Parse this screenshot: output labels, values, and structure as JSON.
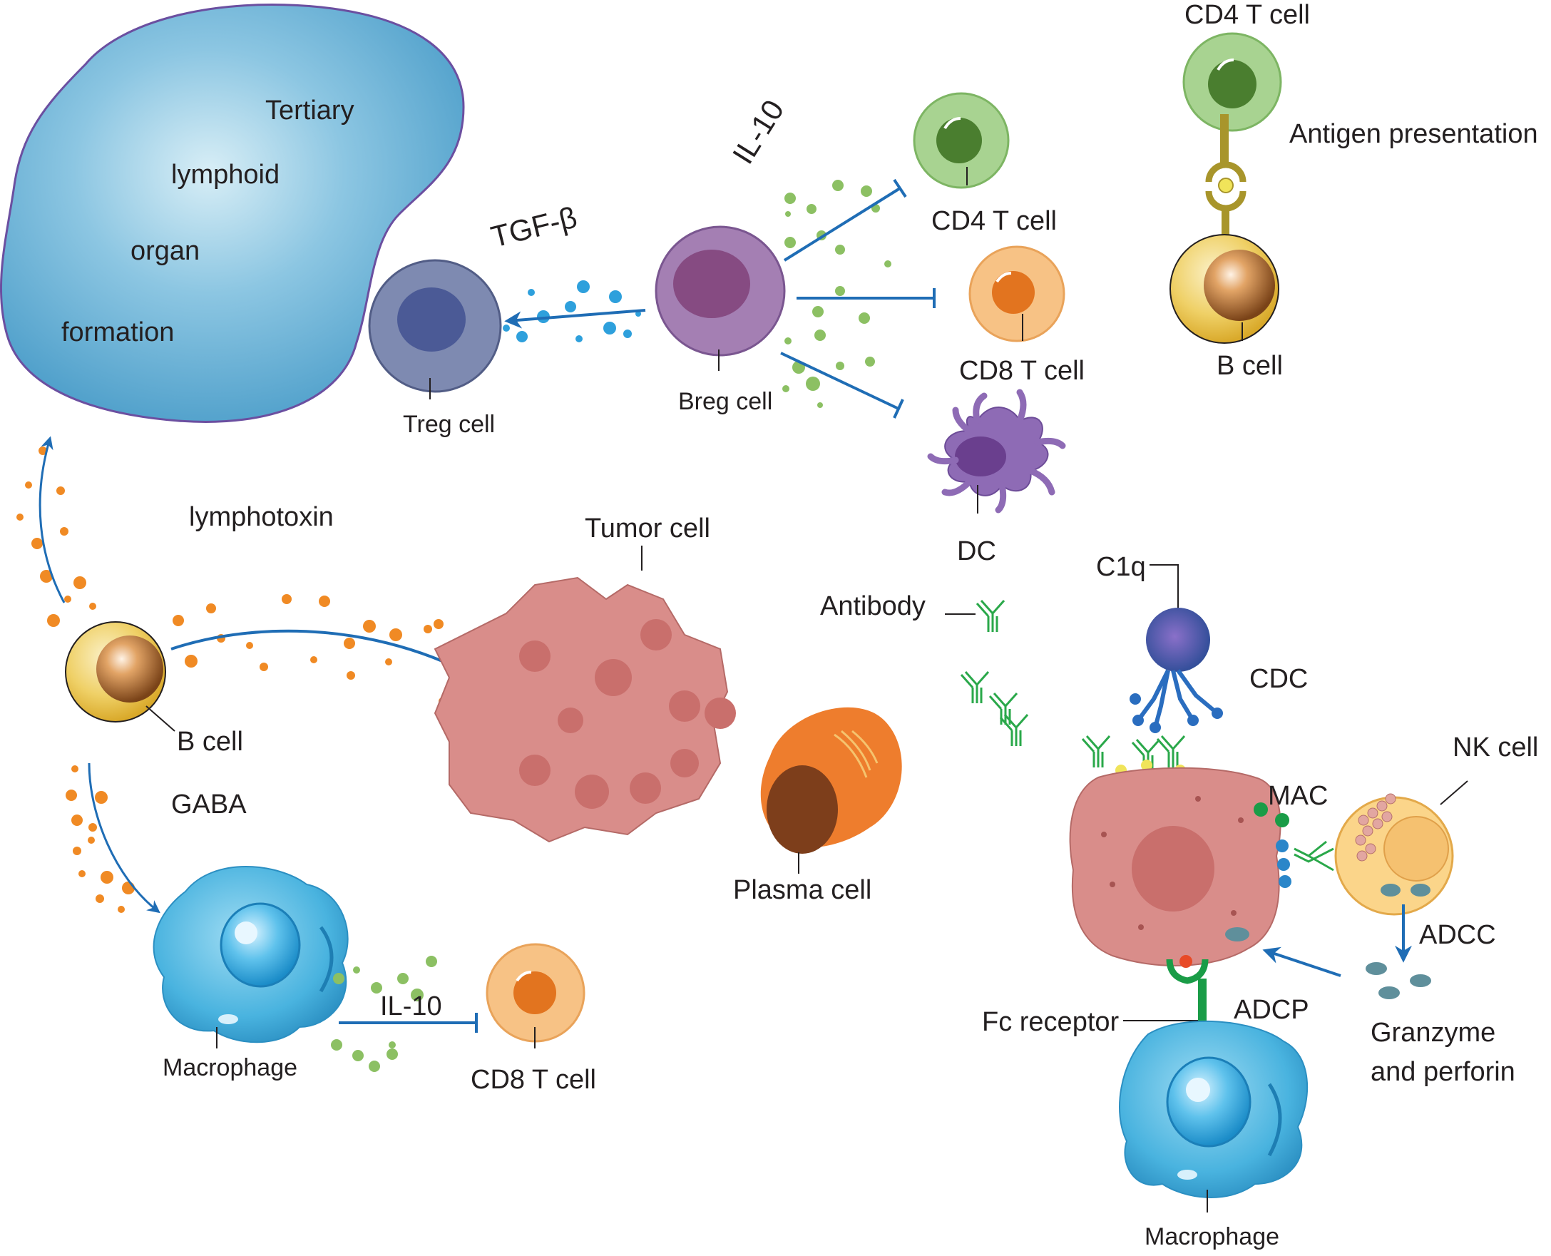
{
  "labels": {
    "tlo_line1": "Tertiary",
    "tlo_line2": "lymphoid",
    "tlo_line3": "organ",
    "tlo_line4": "formation",
    "tgf_beta": "TGF-β",
    "il10_top": "IL-10",
    "treg_cell": "Treg cell",
    "breg_cell": "Breg cell",
    "cd4_t_cell_mid": "CD4 T cell",
    "cd8_t_cell_mid": "CD8 T cell",
    "dc": "DC",
    "cd4_t_cell_top": "CD4 T cell",
    "antigen_presentation": "Antigen presentation",
    "b_cell_top": "B cell",
    "lymphotoxin": "lymphotoxin",
    "tumor_cell": "Tumor cell",
    "b_cell_left": "B cell",
    "gaba": "GABA",
    "plasma_cell": "Plasma cell",
    "macrophage_left": "Macrophage",
    "il10_bottom": "IL-10",
    "cd8_t_cell_bottom": "CD8 T cell",
    "antibody": "Antibody",
    "c1q": "C1q",
    "cdc": "CDC",
    "mac": "MAC",
    "nk_cell": "NK cell",
    "adcc": "ADCC",
    "fc_receptor": "Fc receptor",
    "adcp": "ADCP",
    "granzyme_line1": "Granzyme",
    "granzyme_line2": "and perforin",
    "macrophage_right": "Macrophage"
  },
  "colors": {
    "arrow_blue": "#1f6db5",
    "tlo_blue": "#5aa9d0",
    "il10_green": "#8cc063",
    "tgf_cyan": "#2ea0dc",
    "lymphotoxin_orange": "#f08a24",
    "antibody_green": "#2aa84a",
    "tumor_pink": "#d98d8a"
  }
}
